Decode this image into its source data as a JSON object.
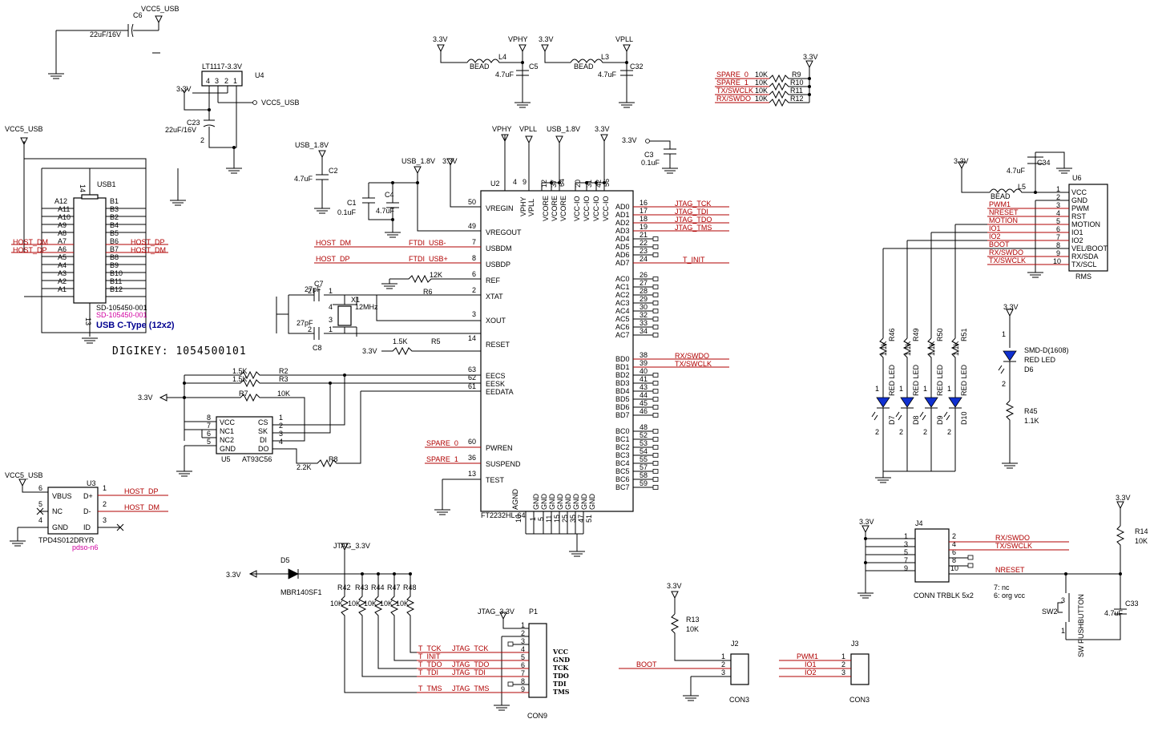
{
  "nets": {
    "vcc5_usb": "VCC5_USB",
    "v33": "3.3V",
    "vphy": "VPHY",
    "vpll": "VPLL",
    "usb_18": "USB_1.8V",
    "jtag_33": "JTAG_3.3V",
    "host_dm": "HOST_DM",
    "host_dp": "HOST_DP",
    "ftdi_usbm": "FTDI_USB-",
    "ftdi_usbp": "FTDI_USB+",
    "jtag_tck": "JTAG_TCK",
    "jtag_tdi": "JTAG_TDI",
    "jtag_tdo": "JTAG_TDO",
    "jtag_tms": "JTAG_TMS",
    "t_init": "T_INIT",
    "t_tck": "T_TCK",
    "t_tdo": "T_TDO",
    "t_tdi": "T_TDI",
    "t_tms": "T_TMS",
    "rx_swdo": "RX/SWDO",
    "tx_swclk": "TX/SWCLK",
    "spare_0": "SPARE_0",
    "spare_1": "SPARE_1",
    "pwm1": "PWM1",
    "nreset": "NRESET",
    "motion": "MOTION",
    "io1": "IO1",
    "io2": "IO2",
    "boot": "BOOT"
  },
  "components": {
    "c6": {
      "ref": "C6",
      "value": "22uF/16V"
    },
    "u4": {
      "ref": "U4",
      "part": "LT1117-3.3V",
      "pins": [
        "4",
        "3",
        "2",
        "1"
      ],
      "pin_2": "2"
    },
    "c23": {
      "ref": "C23",
      "value": "22uF/16V"
    },
    "usb1": {
      "ref": "USB1",
      "part": "SD-105450-001",
      "part2": "SD-105450-001",
      "title": "USB C-Type (12x2)",
      "pin_top": "14",
      "pin_bottom": "13",
      "left_pins": [
        "A12",
        "A11",
        "A10",
        "A9",
        "A8",
        "A7",
        "A6",
        "A5",
        "A4",
        "A3",
        "A2",
        "A1"
      ],
      "right_pins": [
        "B1",
        "B2",
        "B3",
        "B4",
        "B5",
        "B6",
        "B7",
        "B8",
        "B9",
        "B10",
        "B11",
        "B12"
      ]
    },
    "digikey": "DIGIKEY: 1054500101",
    "u3": {
      "ref": "U3",
      "part": "TPD4S012DRYR",
      "package": "pdso-n6",
      "pins_left": [
        {
          "num": "6",
          "name": "VBUS"
        },
        {
          "num": "5",
          "name": "NC"
        },
        {
          "num": "4",
          "name": "GND"
        }
      ],
      "pins_right": [
        {
          "num": "1",
          "name": "D+"
        },
        {
          "num": "2",
          "name": "D-"
        },
        {
          "num": "3",
          "name": "ID"
        }
      ]
    },
    "l4": {
      "ref": "L4",
      "value": "BEAD"
    },
    "c5": {
      "ref": "C5",
      "value": "4.7uF"
    },
    "l3": {
      "ref": "L3",
      "value": "BEAD"
    },
    "c32": {
      "ref": "C32",
      "value": "4.7uF"
    },
    "c2": {
      "ref": "C2",
      "value": "4.7uF"
    },
    "c1": {
      "ref": "C1",
      "value": "0.1uF"
    },
    "c4": {
      "ref": "C4",
      "value": "4.7uF"
    },
    "c3": {
      "ref": "C3",
      "value": "0.1uF"
    },
    "c7": {
      "ref": "C7",
      "value": "27pF"
    },
    "c8": {
      "ref": "C8",
      "value": "27pF"
    },
    "x1": {
      "ref": "X1",
      "value": "12MHz"
    },
    "r1": {
      "ref": "",
      "value": "12K"
    },
    "r6": {
      "ref": "R6",
      "value": ""
    },
    "r5": {
      "ref": "R5",
      "value": "1.5K"
    },
    "r2": {
      "ref": "R2",
      "value": "1.5K"
    },
    "r3": {
      "ref": "R3",
      "value": "1.5K"
    },
    "r7": {
      "ref": "R7",
      "value": "10K"
    },
    "r8": {
      "ref": "R8",
      "value": "2.2K"
    },
    "u5": {
      "ref": "U5",
      "part": "AT93C56",
      "pins_left": [
        {
          "num": "8",
          "name": "VCC"
        },
        {
          "num": "7",
          "name": "NC1"
        },
        {
          "num": "6",
          "name": "NC2"
        },
        {
          "num": "5",
          "name": "GND"
        }
      ],
      "pins_right": [
        {
          "num": "1",
          "name": "CS"
        },
        {
          "num": "2",
          "name": "SK"
        },
        {
          "num": "3",
          "name": "DI"
        },
        {
          "num": "4",
          "name": "DO"
        }
      ]
    },
    "u2": {
      "ref": "U2",
      "part": "FT2232HL-64",
      "left_pins": [
        {
          "num": "50",
          "name": "VREGIN"
        },
        {
          "num": "49",
          "name": "VREGOUT"
        },
        {
          "num": "7",
          "name": "USBDM"
        },
        {
          "num": "8",
          "name": "USBDP"
        },
        {
          "num": "6",
          "name": "REF"
        },
        {
          "num": "2",
          "name": "XTAT"
        },
        {
          "num": "3",
          "name": "XOUT"
        },
        {
          "num": "14",
          "name": "RESET"
        },
        {
          "num": "63",
          "name": "EECS"
        },
        {
          "num": "62",
          "name": "EESK"
        },
        {
          "num": "61",
          "name": "EEDATA"
        },
        {
          "num": "60",
          "name": "PWREN"
        },
        {
          "num": "36",
          "name": "SUSPEND"
        },
        {
          "num": "13",
          "name": "TEST"
        }
      ],
      "top_pins": [
        {
          "num": "4",
          "name": "VPHY"
        },
        {
          "num": "9",
          "name": "VPLL"
        },
        {
          "num": "12",
          "name": "VCORE"
        },
        {
          "num": "37",
          "name": "VCORE"
        },
        {
          "num": "64",
          "name": "VCORE"
        },
        {
          "num": "20",
          "name": "VCC-IO"
        },
        {
          "num": "31",
          "name": "VCC-IO"
        },
        {
          "num": "42",
          "name": "VCC-IO"
        },
        {
          "num": "56",
          "name": "VCC-IO"
        }
      ],
      "bottom_pins": [
        {
          "num": "10",
          "name": "AGND"
        },
        {
          "num": "1",
          "name": "GND"
        },
        {
          "num": "5",
          "name": "GND"
        },
        {
          "num": "11",
          "name": "GND"
        },
        {
          "num": "15",
          "name": "GND"
        },
        {
          "num": "25",
          "name": "GND"
        },
        {
          "num": "35",
          "name": "GND"
        },
        {
          "num": "47",
          "name": "GND"
        },
        {
          "num": "51",
          "name": "GND"
        }
      ],
      "right_pins": [
        {
          "num": "16",
          "name": "AD0"
        },
        {
          "num": "17",
          "name": "AD1"
        },
        {
          "num": "18",
          "name": "AD2"
        },
        {
          "num": "19",
          "name": "AD3"
        },
        {
          "num": "21",
          "name": "AD4"
        },
        {
          "num": "22",
          "name": "AD5"
        },
        {
          "num": "23",
          "name": "AD6"
        },
        {
          "num": "24",
          "name": "AD7"
        },
        {
          "num": "26",
          "name": "AC0"
        },
        {
          "num": "27",
          "name": "AC1"
        },
        {
          "num": "28",
          "name": "AC2"
        },
        {
          "num": "29",
          "name": "AC3"
        },
        {
          "num": "30",
          "name": "AC4"
        },
        {
          "num": "32",
          "name": "AC5"
        },
        {
          "num": "33",
          "name": "AC6"
        },
        {
          "num": "34",
          "name": "AC7"
        },
        {
          "num": "38",
          "name": "BD0"
        },
        {
          "num": "39",
          "name": "BD1"
        },
        {
          "num": "40",
          "name": "BD2"
        },
        {
          "num": "41",
          "name": "BD3"
        },
        {
          "num": "43",
          "name": "BD4"
        },
        {
          "num": "44",
          "name": "BD5"
        },
        {
          "num": "45",
          "name": "BD6"
        },
        {
          "num": "46",
          "name": "BD7"
        },
        {
          "num": "48",
          "name": "BC0"
        },
        {
          "num": "52",
          "name": "BC1"
        },
        {
          "num": "53",
          "name": "BC2"
        },
        {
          "num": "54",
          "name": "BC3"
        },
        {
          "num": "55",
          "name": "BC4"
        },
        {
          "num": "57",
          "name": "BC5"
        },
        {
          "num": "58",
          "name": "BC6"
        },
        {
          "num": "59",
          "name": "BC7"
        }
      ]
    },
    "r9": {
      "ref": "R9",
      "value": "10K"
    },
    "r10": {
      "ref": "R10",
      "value": "10K"
    },
    "r11": {
      "ref": "R11",
      "value": "10K"
    },
    "r12": {
      "ref": "R12",
      "value": "10K"
    },
    "u6": {
      "ref": "U6",
      "part": "RMS",
      "pins": [
        {
          "num": "1",
          "name": "VCC"
        },
        {
          "num": "2",
          "name": "GND"
        },
        {
          "num": "3",
          "name": "PWM"
        },
        {
          "num": "4",
          "name": "RST"
        },
        {
          "num": "5",
          "name": "MOTION"
        },
        {
          "num": "6",
          "name": "IO1"
        },
        {
          "num": "7",
          "name": "IO2"
        },
        {
          "num": "8",
          "name": "VEL/BOOT"
        },
        {
          "num": "9",
          "name": "RX/SDA"
        },
        {
          "num": "10",
          "name": "TX/SCL"
        }
      ]
    },
    "l5": {
      "ref": "L5",
      "value": "BEAD"
    },
    "c34": {
      "ref": "C34",
      "value": "4.7uF"
    },
    "leds": [
      {
        "rref": "R46",
        "rval": "1.1K",
        "ref": "D7",
        "label": "RED LED"
      },
      {
        "rref": "R49",
        "rval": "1.1K",
        "ref": "D8",
        "label": "RED LED"
      },
      {
        "rref": "R50",
        "rval": "1.1K",
        "ref": "D9",
        "label": "RED LED"
      },
      {
        "rref": "R51",
        "rval": "1.1K",
        "ref": "D10",
        "label": "RED LED"
      }
    ],
    "d6": {
      "ref": "D6",
      "package": "SMD-D(1608)",
      "label": "RED LED"
    },
    "r45": {
      "ref": "R45",
      "value": "1.1K"
    },
    "j4": {
      "ref": "J4",
      "part": "CONN TRBLK 5x2",
      "note1": "7: nc",
      "note2": "6: org vcc",
      "left_pins": [
        "1",
        "3",
        "5",
        "7",
        "9"
      ],
      "right_pins": [
        "2",
        "4",
        "6",
        "8",
        "10"
      ]
    },
    "r14": {
      "ref": "R14",
      "value": "10K"
    },
    "c33": {
      "ref": "C33",
      "value": "4.7uF"
    },
    "sw2": {
      "ref": "SW2",
      "part": "SW PUSHBUTTON"
    },
    "d5": {
      "ref": "D5",
      "part": "MBR140SF1"
    },
    "pullups": [
      {
        "ref": "R42",
        "value": "10K"
      },
      {
        "ref": "R43",
        "value": "10K"
      },
      {
        "ref": "R44",
        "value": "10K"
      },
      {
        "ref": "R47",
        "value": "10K"
      },
      {
        "ref": "R48",
        "value": "10K"
      }
    ],
    "p1": {
      "ref": "P1",
      "part": "CON9",
      "pins": [
        "1",
        "2",
        "3",
        "4",
        "5",
        "6",
        "7",
        "8",
        "9"
      ],
      "signals": [
        "VCC",
        "GND",
        "TCK",
        "TDO",
        "TDI",
        "TMS"
      ]
    },
    "r13": {
      "ref": "R13",
      "value": "10K"
    },
    "j2": {
      "ref": "J2",
      "part": "CON3",
      "pins": [
        "1",
        "2",
        "3"
      ]
    },
    "j3": {
      "ref": "J3",
      "part": "CON3",
      "pins": [
        "1",
        "2",
        "3"
      ]
    }
  }
}
